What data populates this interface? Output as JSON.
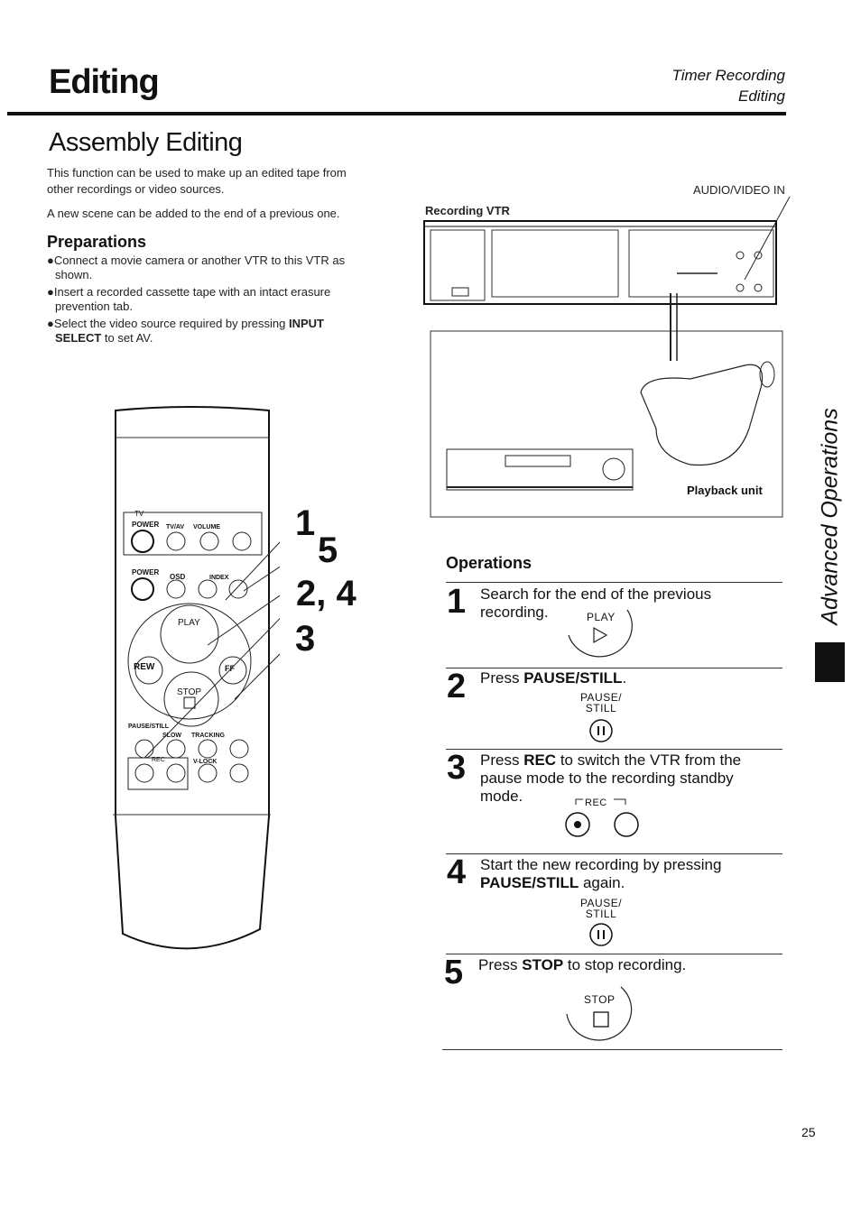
{
  "header": {
    "title": "Editing",
    "crumb1": "Timer Recording",
    "crumb2": "Editing"
  },
  "section": {
    "title": "Assembly Editing",
    "intro1a": "This function can be used to make up an edited tape from",
    "intro1b": "other recordings or video sources.",
    "intro2": "A new scene can be added to the end of a previous one."
  },
  "preparations": {
    "title": "Preparations",
    "b1a": "●Connect a movie camera or another VTR to this VTR as",
    "b1b": "shown.",
    "b2a": "●Insert a recorded cassette tape with an intact erasure",
    "b2b": "prevention tab.",
    "b3a": "●Select the video source required by pressing ",
    "b3bold1": "INPUT",
    "b3bold2": "SELECT",
    "b3c": " to set AV."
  },
  "diagram": {
    "audio_video_in": "AUDIO/VIDEO IN",
    "recording_vtr": "Recording VTR",
    "playback_unit": "Playback unit"
  },
  "remote": {
    "tv": "TV",
    "power": "POWER",
    "tvav": "TV/AV",
    "volume": "VOLUME",
    "power2": "POWER",
    "osd": "OSD",
    "index": "INDEX",
    "play": "PLAY",
    "rew": "REW",
    "ff": "FF",
    "stop": "STOP",
    "pause_still": "PAUSE/STILL",
    "slow": "SLOW",
    "tracking": "TRACKING",
    "rec": "REC",
    "vlock": "V-LOCK"
  },
  "callouts": {
    "n1": "1",
    "n5": "5",
    "n24": "2, 4",
    "n3": "3"
  },
  "operations": {
    "title": "Operations",
    "steps": [
      {
        "num": "1",
        "line1": "Search for the end of the previous",
        "line2": "recording.",
        "btn": "PLAY"
      },
      {
        "num": "2",
        "pre": "Press ",
        "bold": "PAUSE/STILL",
        "post": ".",
        "btn1": "PAUSE/",
        "btn2": "STILL"
      },
      {
        "num": "3",
        "pre": "Press ",
        "bold": "REC",
        "post": " to switch the VTR from the",
        "line2": "pause mode to the recording standby",
        "line3": "mode.",
        "btn": "REC"
      },
      {
        "num": "4",
        "line1": "Start the new recording by pressing",
        "bold": "PAUSE/STILL",
        "post": " again.",
        "btn1": "PAUSE/",
        "btn2": "STILL"
      },
      {
        "num": "5",
        "pre": "Press ",
        "bold": "STOP",
        "post": " to stop recording.",
        "btn": "STOP"
      }
    ]
  },
  "side_tab": "Advanced Operations",
  "page_number": "25"
}
